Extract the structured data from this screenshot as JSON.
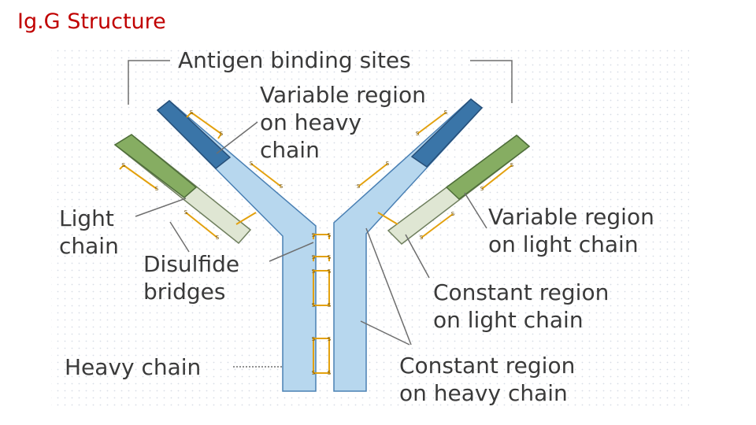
{
  "title": "Ig.G Structure",
  "labels": {
    "antigen_binding_sites": "Antigen binding sites",
    "variable_heavy_1": "Variable region",
    "variable_heavy_2": "on heavy",
    "variable_heavy_3": "chain",
    "light_chain_1": "Light",
    "light_chain_2": "chain",
    "disulfide_1": "Disulfide",
    "disulfide_2": "bridges",
    "variable_light_1": "Variable region",
    "variable_light_2": "on light chain",
    "constant_light_1": "Constant region",
    "constant_light_2": "on light chain",
    "heavy_chain": "Heavy chain",
    "constant_heavy_1": "Constant region",
    "constant_heavy_2": "on heavy chain"
  },
  "bond_symbol": "S",
  "colors": {
    "title": "#c00000",
    "heavy_chain_fill": "#b7d7ee",
    "variable_heavy_fill": "#3a75a8",
    "light_constant_fill": "#dfe6d3",
    "variable_light_fill": "#86ad62",
    "disulfide_bridge": "#e3a10e",
    "label_text": "#3a3a3a"
  }
}
